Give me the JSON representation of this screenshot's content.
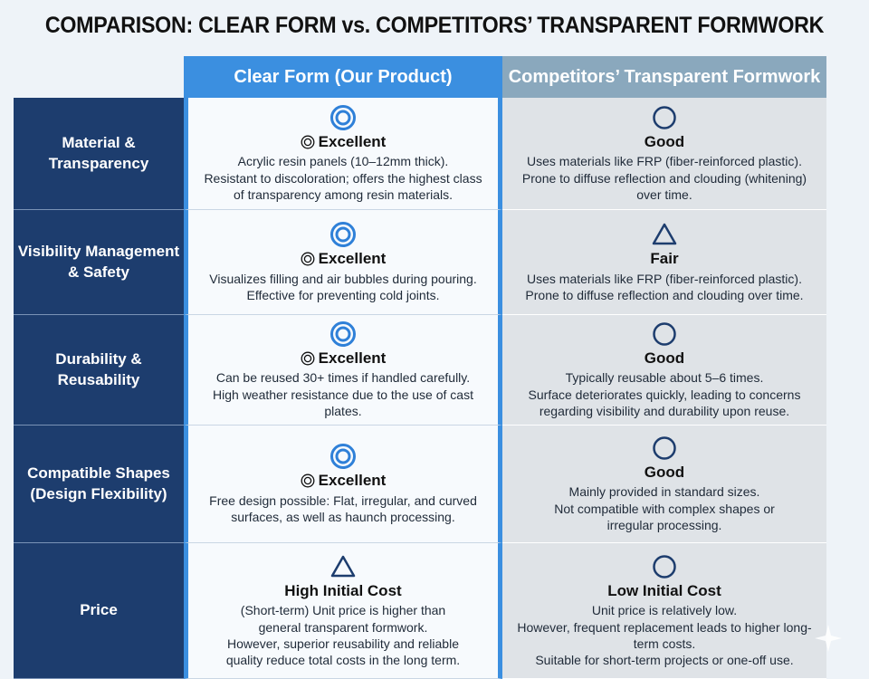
{
  "title": "COMPARISON: CLEAR FORM vs. COMPETITORS’ TRANSPARENT FORMWORK",
  "columns": {
    "ours": "Clear Form (Our Product)",
    "comp": "Competitors’ Transparent Formwork"
  },
  "colors": {
    "row_label_bg": "#1d3d6e",
    "ours_accent": "#3b8fe0",
    "comp_header": "#8aa8bd",
    "comp_cell_bg": "#dfe3e7"
  },
  "rows": [
    {
      "label": [
        "Material &",
        "Transparency"
      ],
      "ours": {
        "symbol": "double-circle-icon",
        "rating": "Excellent",
        "desc": [
          "Acrylic resin panels (10–12mm thick).",
          "Resistant to discoloration; offers the highest class",
          "of transparency among resin materials."
        ]
      },
      "comp": {
        "symbol": "circle-icon",
        "rating": "Good",
        "desc": [
          "Uses materials like FRP (fiber-reinforced plastic).",
          "Prone to diffuse reflection and clouding (whitening)",
          "over time."
        ]
      }
    },
    {
      "label": [
        "Visibility Management",
        "& Safety"
      ],
      "ours": {
        "symbol": "double-circle-icon",
        "rating": "Excellent",
        "desc": [
          "Visualizes filling and air bubbles during pouring.",
          "Effective for preventing cold joints."
        ]
      },
      "comp": {
        "symbol": "triangle-icon",
        "rating": "Fair",
        "desc": [
          "Uses materials like FRP (fiber-reinforced plastic).",
          "Prone to diffuse reflection and clouding over time."
        ]
      }
    },
    {
      "label": [
        "Durability & Reusability"
      ],
      "ours": {
        "symbol": "double-circle-icon",
        "rating": "Excellent",
        "desc": [
          "Can be reused 30+ times if handled carefully.",
          "High weather resistance due to the use of cast plates."
        ]
      },
      "comp": {
        "symbol": "circle-icon",
        "rating": "Good",
        "desc": [
          "Typically reusable about 5–6 times.",
          "Surface deteriorates quickly, leading to concerns",
          "regarding visibility and durability upon reuse."
        ]
      }
    },
    {
      "label": [
        "Compatible Shapes",
        "(Design Flexibility)"
      ],
      "ours": {
        "symbol": "double-circle-icon",
        "rating": "Excellent",
        "desc": [
          "Free design possible: Flat, irregular, and curved",
          "surfaces, as well as haunch processing."
        ]
      },
      "comp": {
        "symbol": "circle-icon",
        "rating": "Good",
        "desc": [
          "Mainly provided in standard sizes.",
          "Not compatible with complex shapes or",
          "irregular processing."
        ]
      }
    },
    {
      "label": [
        "Price"
      ],
      "ours": {
        "symbol": "triangle-icon",
        "rating": "High Initial Cost",
        "desc": [
          "(Short-term) Unit price is higher than",
          "general transparent formwork.",
          "However, superior reusability and reliable",
          "quality reduce total costs in the long term."
        ]
      },
      "comp": {
        "symbol": "circle-icon",
        "rating": "Low Initial Cost",
        "desc": [
          "Unit price is relatively low.",
          "However, frequent replacement leads to higher long-term costs.",
          "Suitable for short-term projects or one-off use."
        ]
      }
    }
  ]
}
